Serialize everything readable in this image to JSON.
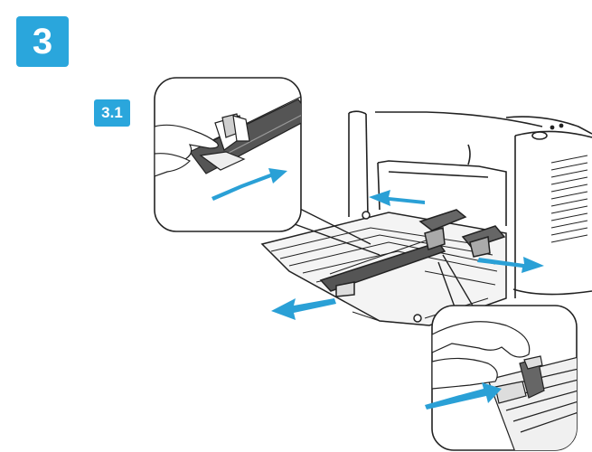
{
  "step": {
    "number": "3"
  },
  "substep": {
    "label": "3.1"
  },
  "colors": {
    "badge": "#2AA6DC",
    "arrow": "#2AA0D6",
    "line": "#222222",
    "guide_fill": "#555555",
    "tray_fill": "#f4f4f4"
  },
  "illustration": {
    "subject": "printer-tray-paper-guides",
    "icons": [
      "printer-icon",
      "paper-tray-icon",
      "hand-icon",
      "arrow-icon"
    ]
  }
}
